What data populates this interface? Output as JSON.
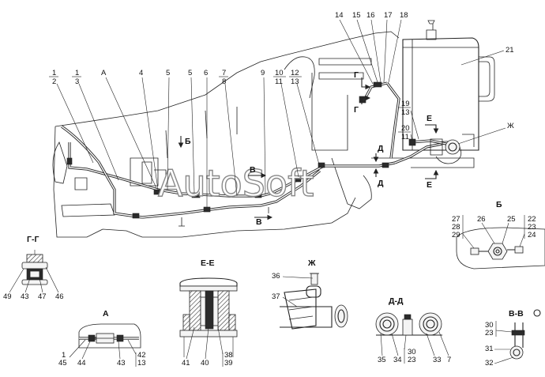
{
  "watermark": "AutoSoft",
  "main_view": {
    "callouts": [
      {
        "id": "c1-2",
        "top": "1",
        "bottom": "2"
      },
      {
        "id": "c1-3",
        "top": "1",
        "bottom": "3"
      },
      {
        "id": "cA",
        "top": "А",
        "bottom": ""
      },
      {
        "id": "c4",
        "top": "4",
        "bottom": ""
      },
      {
        "id": "c5a",
        "top": "5",
        "bottom": ""
      },
      {
        "id": "c5b",
        "top": "5",
        "bottom": ""
      },
      {
        "id": "c6",
        "top": "6",
        "bottom": ""
      },
      {
        "id": "c7-8",
        "top": "7",
        "bottom": "8"
      },
      {
        "id": "c9",
        "top": "9",
        "bottom": ""
      },
      {
        "id": "c10-11",
        "top": "10",
        "bottom": "11"
      },
      {
        "id": "c12-13",
        "top": "12",
        "bottom": "13"
      },
      {
        "id": "c14",
        "top": "14",
        "bottom": ""
      },
      {
        "id": "c15",
        "top": "15",
        "bottom": ""
      },
      {
        "id": "c16",
        "top": "16",
        "bottom": ""
      },
      {
        "id": "c17",
        "top": "17",
        "bottom": ""
      },
      {
        "id": "c18",
        "top": "18",
        "bottom": ""
      },
      {
        "id": "c21",
        "top": "21",
        "bottom": ""
      },
      {
        "id": "c19-13",
        "top": "19",
        "bottom": "13"
      },
      {
        "id": "c20-11",
        "top": "20",
        "bottom": "11"
      },
      {
        "id": "cZh",
        "top": "Ж",
        "bottom": ""
      }
    ],
    "section_marks": {
      "b_arrow": "Б",
      "g_upper": "Г",
      "g_lower": "Г",
      "v_upper": "В",
      "v_lower": "В",
      "d_upper": "Д",
      "d_lower": "Д",
      "e_upper": "Е",
      "e_lower": "Е"
    }
  },
  "details": {
    "b": {
      "title": "Б",
      "labels": [
        "27",
        "28",
        "29",
        "26",
        "25",
        "22",
        "23",
        "24"
      ]
    },
    "gg": {
      "title": "Г-Г",
      "labels": [
        "49",
        "43",
        "47",
        "46"
      ]
    },
    "ee": {
      "title": "Е-Е",
      "labels": [
        "41",
        "40",
        "38",
        "39"
      ]
    },
    "zh": {
      "title": "Ж",
      "labels": [
        "36",
        "37"
      ]
    },
    "dd": {
      "title": "Д-Д",
      "labels": [
        "35",
        "34",
        "30",
        "23",
        "33",
        "7"
      ]
    },
    "vv": {
      "title": "В-В",
      "labels": [
        "30",
        "23",
        "31",
        "32"
      ]
    },
    "a": {
      "title": "А",
      "labels": [
        "1",
        "45",
        "44",
        "43",
        "42",
        "13"
      ]
    }
  }
}
